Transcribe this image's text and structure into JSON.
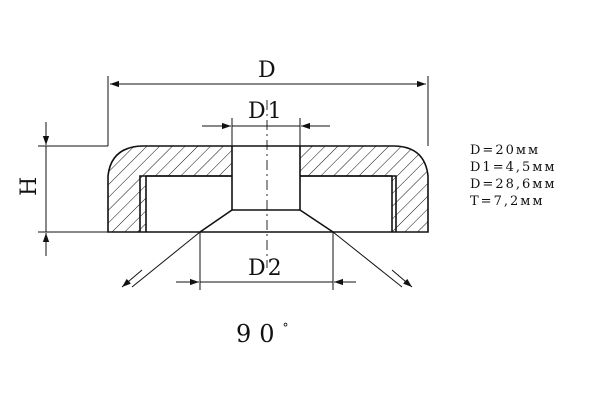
{
  "drawing": {
    "dimension_labels": {
      "D": "D",
      "D1": "D1",
      "D2": "D2",
      "H": "H"
    },
    "angle_label": "90",
    "angle_unit": "°",
    "specs": [
      "D=20мм",
      "D1=4,5мм",
      "D=28,6мм",
      "T=7,2мм"
    ],
    "line_color": "#111111",
    "background": "#ffffff"
  }
}
